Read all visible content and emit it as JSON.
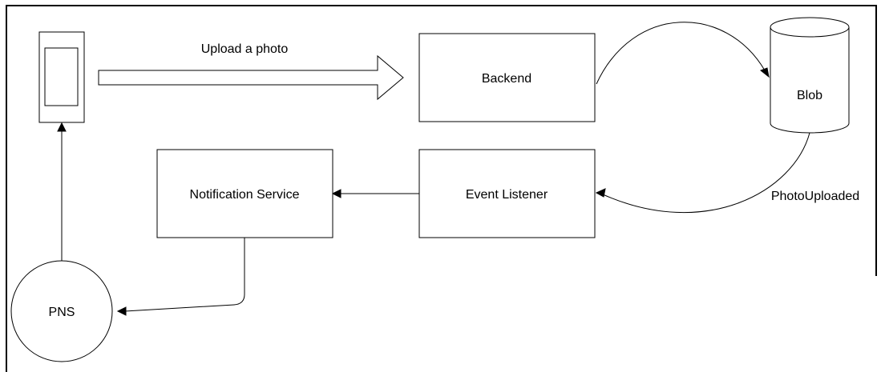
{
  "nodes": {
    "phone": {
      "label": ""
    },
    "backend": {
      "label": "Backend"
    },
    "blob": {
      "label": "Blob"
    },
    "event_listener": {
      "label": "Event Listener"
    },
    "notification_service": {
      "label": "Notification Service"
    },
    "pns": {
      "label": "PNS"
    }
  },
  "edges": {
    "upload": {
      "label": "Upload a photo"
    },
    "photo_uploaded": {
      "label": "PhotoUploaded"
    }
  },
  "colors": {
    "stroke": "#000000",
    "fill": "#ffffff",
    "frame": "#000000"
  }
}
